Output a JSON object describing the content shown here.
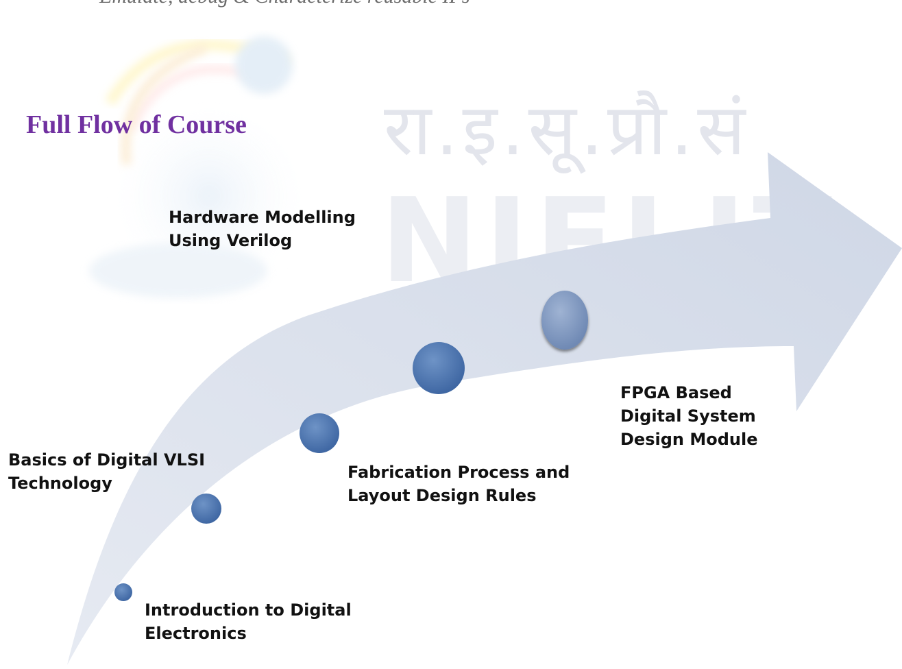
{
  "slide": {
    "top_text": "Emulate, debug & Characterize reusable IPs",
    "title": "Full Flow of Course"
  },
  "watermark": {
    "devanagari": "रा.इ.सू.प्रौ.सं",
    "latin": "NIELIT"
  },
  "steps": [
    {
      "id": "intro",
      "lines": [
        "Introduction to Digital",
        "Electronics"
      ]
    },
    {
      "id": "vlsi",
      "lines": [
        "Basics of Digital VLSI",
        "Technology"
      ]
    },
    {
      "id": "fab",
      "lines": [
        "Fabrication Process and",
        "Layout Design Rules"
      ]
    },
    {
      "id": "fpga",
      "lines": [
        "FPGA Based",
        "Digital System",
        "Design Module"
      ]
    },
    {
      "id": "hdl",
      "lines": [
        "Hardware Modelling",
        "Using Verilog"
      ]
    }
  ],
  "colors": {
    "title": "#7030a0",
    "arrow": "#d3dae8",
    "marker": "#4f79b3",
    "marker_light": "#7d98c0",
    "label": "#111111"
  }
}
